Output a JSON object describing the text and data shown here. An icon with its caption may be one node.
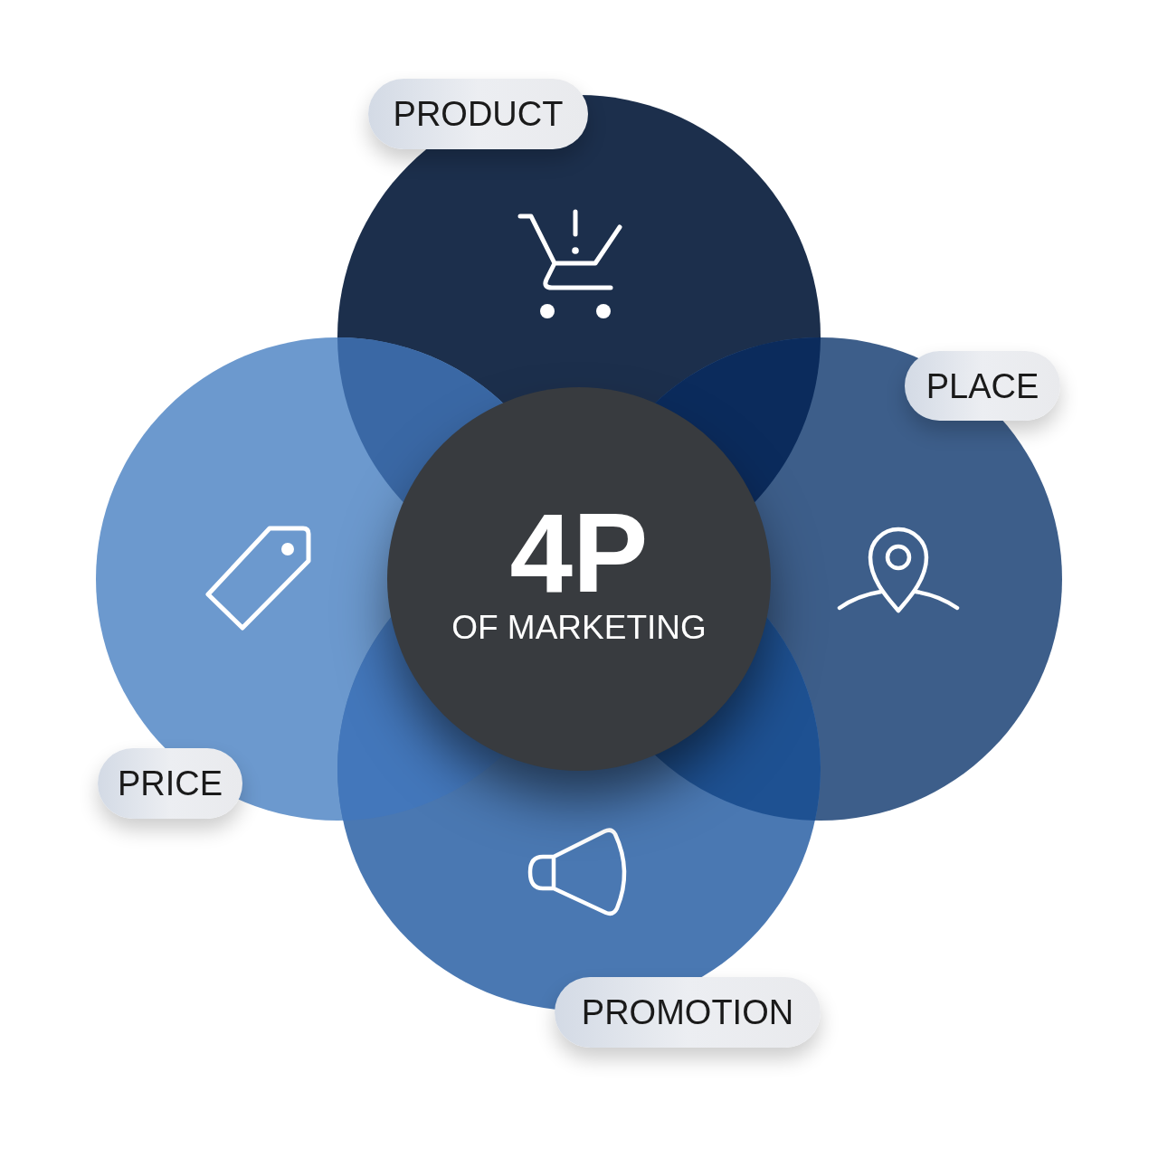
{
  "diagram": {
    "nodes": [
      {
        "text": [
          "PRODUCT"
        ]
      },
      {
        "text": [
          "PLACE"
        ]
      },
      {
        "text": [
          "4P",
          "OF MARKETING"
        ]
      },
      {
        "text": [
          "PRICE"
        ]
      },
      {
        "text": [
          "PROMOTION"
        ]
      }
    ]
  }
}
